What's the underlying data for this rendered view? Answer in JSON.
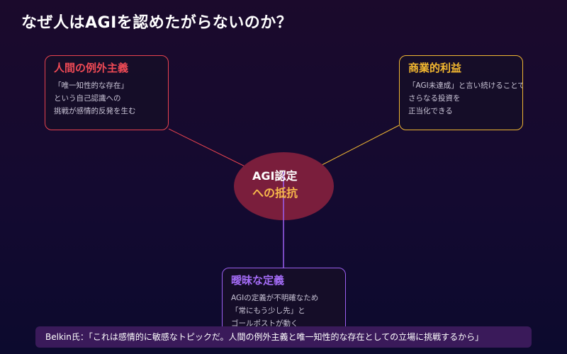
{
  "title": "なぜ人はAGIを認めたがらないのか？",
  "center": {
    "line1": "AGI認定",
    "line2": "への抵抗",
    "color": "#7a1e3c"
  },
  "nodes": {
    "human": {
      "title": "人間の例外主義",
      "lines": [
        "「唯一知性的な存在」",
        "という自己認識への",
        "挑戦が感情的反発を生む"
      ],
      "color": "#e8434f"
    },
    "business": {
      "title": "商業的利益",
      "lines": [
        "「AGI未達成」と言い続けることで",
        "さらなる投資を",
        "正当化できる"
      ],
      "color": "#f0b633"
    },
    "vague": {
      "title": "曖昧な定義",
      "lines": [
        "AGIの定義が不明確なため",
        "「常にもう少し先」と",
        "ゴールポストが動く"
      ],
      "color": "#9b5ff0"
    }
  },
  "quote": "Belkin氏：「これは感情的に敏感なトピックだ。人間の例外主義と唯一知性的な存在としての立場に挑戦するから」"
}
